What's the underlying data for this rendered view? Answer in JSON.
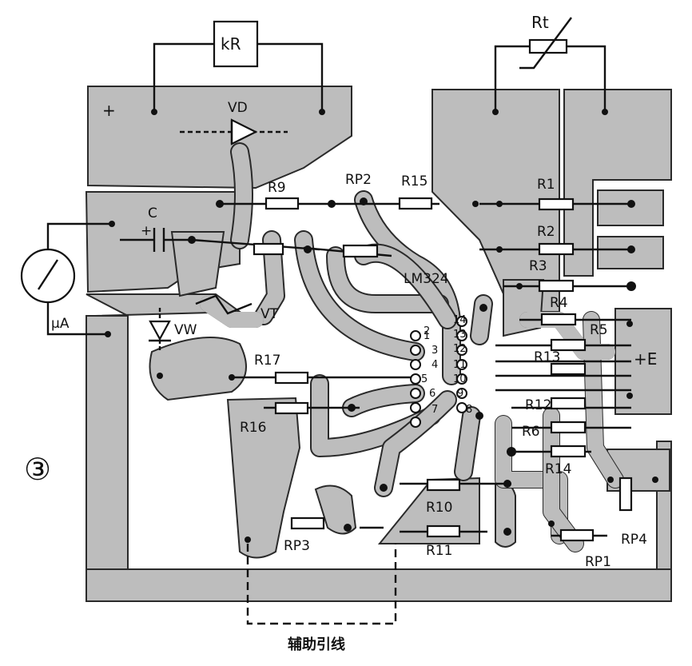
{
  "labels": {
    "kr": "kR",
    "rt": "Rt",
    "plus": "+",
    "vd": "VD",
    "r9": "R9",
    "rp2": "RP2",
    "r15": "R15",
    "r1": "R1",
    "c": "C",
    "cap_plus": "+",
    "r2": "R2",
    "lm324": "LM324",
    "r3": "R3",
    "vt": "VT",
    "r4": "R4",
    "meter": "μA",
    "vw": "VW",
    "r5": "R5",
    "r17": "R17",
    "r13": "R13",
    "e_plus": "+E",
    "r16": "R16",
    "r12": "R12",
    "r6": "R6",
    "r14": "R14",
    "figure_number": "③",
    "r10": "R10",
    "rp4": "RP4",
    "rp3": "RP3",
    "r11": "R11",
    "rp1": "RP1",
    "aux_wire": "辅助引线"
  },
  "ic_pins": [
    "1",
    "2",
    "3",
    "4",
    "5",
    "6",
    "7",
    "8",
    "9",
    "10",
    "11",
    "12",
    "13",
    "14"
  ],
  "colors": {
    "copper": "#bdbdbd",
    "ink": "#111111",
    "background": "#ffffff"
  }
}
